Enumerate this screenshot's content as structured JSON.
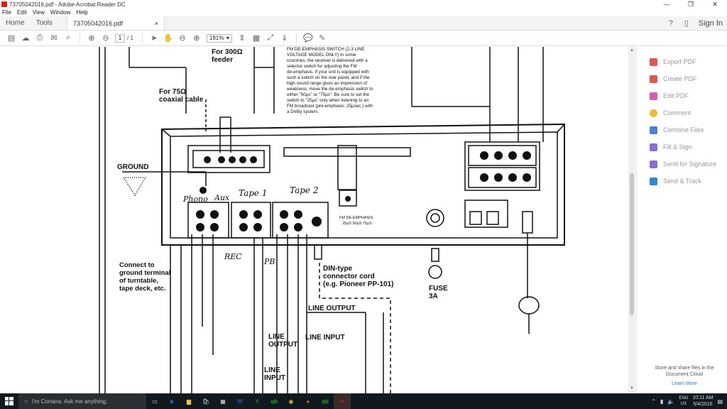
{
  "window": {
    "title": "73705042016.pdf - Adobe Acrobat Reader DC",
    "minimize": "—",
    "restore": "❐",
    "close": "✕"
  },
  "menu": [
    "File",
    "Edit",
    "View",
    "Window",
    "Help"
  ],
  "tabs": {
    "home": "Home",
    "tools": "Tools",
    "document": "73705042016.pdf",
    "document_close": "×",
    "signin": "Sign In"
  },
  "toolbar": {
    "page_current": "1",
    "page_total": "/ 1",
    "zoom": "181%"
  },
  "document": {
    "labels": {
      "feeder_300": "For 300Ω",
      "feeder": "feeder",
      "coax_75": "For 75Ω",
      "coax_cable": "coaxial cable",
      "ground": "GROUND",
      "connect1": "Connect to",
      "connect2": "ground terminal",
      "connect3": "of turntable,",
      "connect4": "tape deck, etc.",
      "phono": "Phono",
      "aux": "Aux",
      "tape1": "Tape 1",
      "tape2": "Tape 2",
      "rec": "REC",
      "pb": "PB",
      "din1": "DIN-type",
      "din2": "connector cord",
      "din3": "(e.g. Pioneer PP-101)",
      "fuse1": "FUSE",
      "fuse2": "3A",
      "line_output_right": "LINE OUTPUT",
      "line_input_mid": "LINE INPUT",
      "line_output_left1": "LINE",
      "line_output_left2": "OUTPUT",
      "line_input_left1": "LINE",
      "line_input_left2": "INPUT",
      "fm_deemph": "FM DE-EMPHASIS",
      "fm_deemph_vals": "25μS 50μS 75μS"
    },
    "text_block": [
      "FM DE-EMPHASIS SWITCH (2-3 LINE",
      "VOLTAGE MODEL ONLY) In some",
      "countries, the receiver is delivered with a",
      "selector switch for adjusting the FM",
      "de-emphasis. If your unit is equipped with",
      "such a switch on the rear panel, and if the",
      "high sound range gives an impression of",
      "weakness, move the de-emphasis switch to",
      "either \"50μs\" or \"75μs\". Be sure to set the",
      "switch to \"25μs\" only when listening to an",
      "FM broadcast (pre-emphasis: 25μsec.) with",
      "a Dolby system."
    ]
  },
  "tools_panel": {
    "items": [
      {
        "label": "Export PDF",
        "color": "#e0584b"
      },
      {
        "label": "Create PDF",
        "color": "#e0584b"
      },
      {
        "label": "Edit PDF",
        "color": "#d65db5"
      },
      {
        "label": "Comment",
        "color": "#f2b830"
      },
      {
        "label": "Combine Files",
        "color": "#4a82d6"
      },
      {
        "label": "Fill & Sign",
        "color": "#8a6ed6"
      },
      {
        "label": "Send for Signature",
        "color": "#8a6ed6"
      },
      {
        "label": "Send & Track",
        "color": "#2a8ad6"
      }
    ],
    "promo_text": "Store and share files in the Document Cloud",
    "learn_more": "Learn More"
  },
  "taskbar": {
    "search_placeholder": "I'm Cortana. Ask me anything.",
    "time": "10:11 AM",
    "date": "5/4/2016",
    "lang1": "ENG",
    "lang2": "US"
  }
}
